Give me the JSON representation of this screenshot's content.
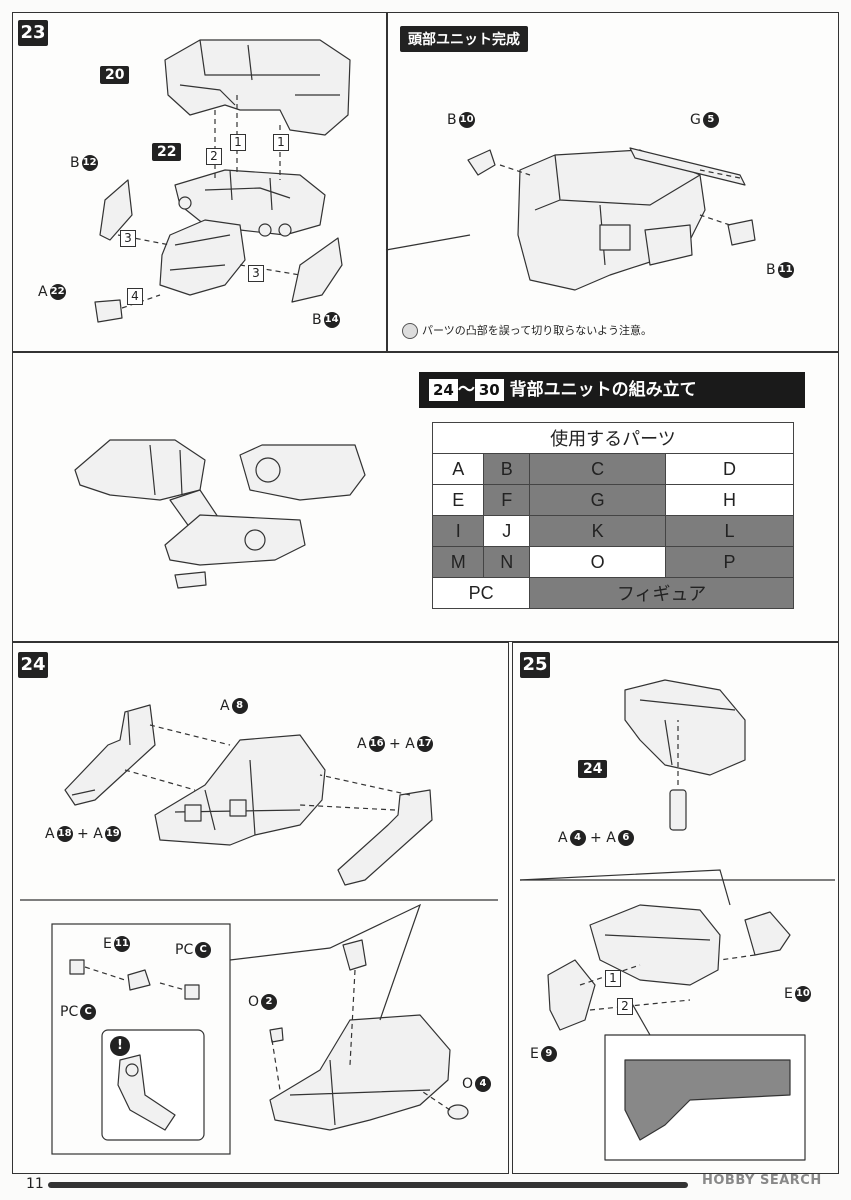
{
  "steps": {
    "s23": "23",
    "s24": "24",
    "s25": "25",
    "head_complete_title": "頭部ユニット完成",
    "note": "パーツの凸部を誤って切り取らないよう注意。"
  },
  "step23": {
    "tag20": "20",
    "tag22": "22",
    "b12": {
      "letter": "B",
      "num": "12"
    },
    "a22": {
      "letter": "A",
      "num": "22"
    },
    "b14": {
      "letter": "B",
      "num": "14"
    },
    "boxes": [
      "1",
      "1",
      "2",
      "3",
      "3",
      "4"
    ]
  },
  "head": {
    "b10": {
      "letter": "B",
      "num": "10"
    },
    "g5": {
      "letter": "G",
      "num": "5"
    },
    "b11": {
      "letter": "B",
      "num": "11"
    }
  },
  "parts_section": {
    "from": "24",
    "tilde": "〜",
    "to": "30",
    "title": "背部ユニットの組み立て",
    "header": "使用するパーツ",
    "rows": [
      [
        {
          "t": "A",
          "g": false
        },
        {
          "t": "B",
          "g": true
        },
        {
          "t": "C",
          "g": true
        },
        {
          "t": "D",
          "g": false
        }
      ],
      [
        {
          "t": "E",
          "g": false
        },
        {
          "t": "F",
          "g": true
        },
        {
          "t": "G",
          "g": true
        },
        {
          "t": "H",
          "g": false
        }
      ],
      [
        {
          "t": "I",
          "g": true
        },
        {
          "t": "J",
          "g": false
        },
        {
          "t": "K",
          "g": true
        },
        {
          "t": "L",
          "g": true
        }
      ],
      [
        {
          "t": "M",
          "g": true
        },
        {
          "t": "N",
          "g": true
        },
        {
          "t": "O",
          "g": false
        },
        {
          "t": "P",
          "g": true
        }
      ]
    ],
    "pc": "PC",
    "figure": "フィギュア"
  },
  "step24": {
    "a8": {
      "letter": "A",
      "num": "8"
    },
    "a16": {
      "letter": "A",
      "num": "16"
    },
    "a17": {
      "letter": "A",
      "num": "17"
    },
    "a18": {
      "letter": "A",
      "num": "18"
    },
    "a19": {
      "letter": "A",
      "num": "19"
    },
    "plus": "+",
    "e11": {
      "letter": "E",
      "num": "11"
    },
    "pc_top": {
      "letter": "PC",
      "num": "C"
    },
    "pc_left": {
      "letter": "PC",
      "num": "C"
    },
    "o2": {
      "letter": "O",
      "num": "2"
    },
    "o4": {
      "letter": "O",
      "num": "4"
    },
    "warn": "!"
  },
  "step25": {
    "tag24": "24",
    "a4": {
      "letter": "A",
      "num": "4"
    },
    "a6": {
      "letter": "A",
      "num": "6"
    },
    "e10": {
      "letter": "E",
      "num": "10"
    },
    "e9": {
      "letter": "E",
      "num": "9"
    },
    "boxes": [
      "1",
      "2"
    ]
  },
  "footer": {
    "page": "11",
    "brand": "HOBBY SEARCH"
  }
}
